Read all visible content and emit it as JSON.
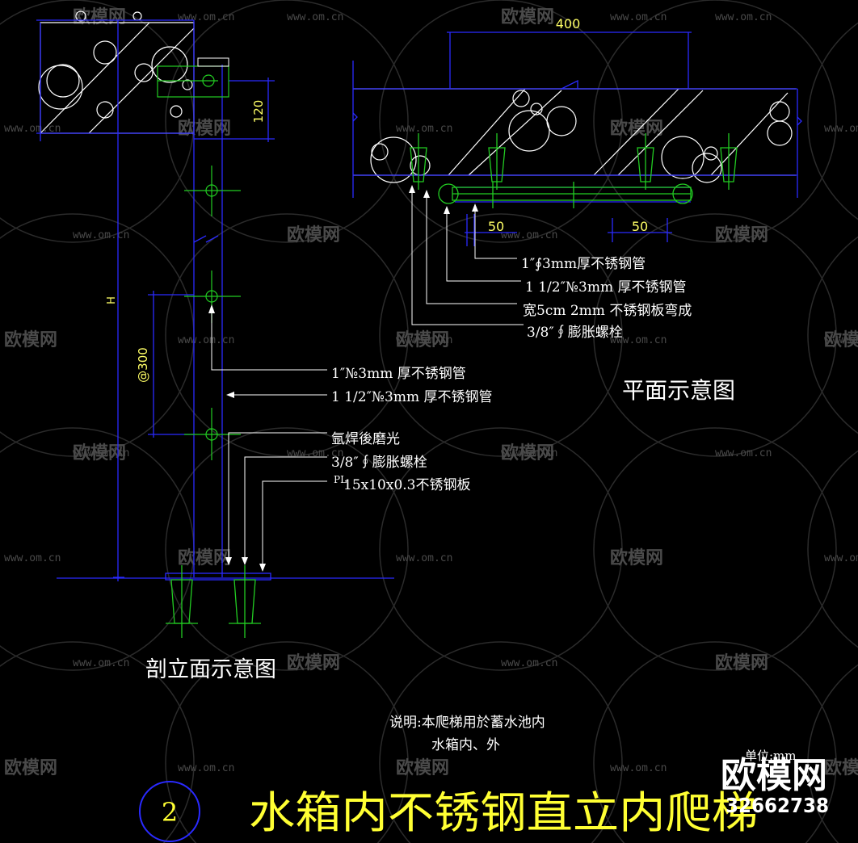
{
  "watermark": {
    "url": "www.om.cn",
    "logo": "欧模网"
  },
  "plan_view": {
    "title": "平面示意图",
    "dim_top": "400",
    "dim_50_a": "50",
    "dim_50_b": "50",
    "callouts": [
      "1″∮3mm厚不锈钢管",
      "1 1/2″№3mm 厚不锈钢管",
      "宽5cm 2mm  不锈钢板弯成",
      "3/8″∮膨胀螺栓"
    ]
  },
  "section_view": {
    "title": "剖立面示意图",
    "dim_120": "120",
    "dim_h": "H",
    "dim_300": "@300",
    "callouts": [
      "1″№3mm  厚不锈钢管",
      "1 1/2″№3mm 厚不锈钢管",
      "氩焊後磨光",
      "3/8″∮膨胀螺栓",
      "15x10x0.3不锈钢板"
    ],
    "plate_prefix": "PL"
  },
  "note": {
    "line1": "说明:本爬梯用於蓄水池内",
    "line2": "水箱内、外"
  },
  "unit": "单位:mm",
  "drawing_number": "2",
  "main_title": "水箱内不锈钢直立内爬梯",
  "brand": {
    "logo": "欧模网",
    "id": "32662738"
  },
  "colors": {
    "background": "#000000",
    "blue": "#2a2aff",
    "green": "#22cc22",
    "white": "#ffffff",
    "yellow": "#ffff33"
  }
}
